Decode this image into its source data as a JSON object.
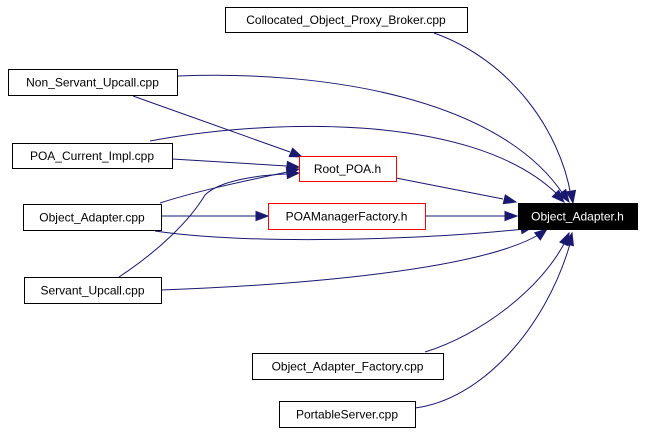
{
  "diagram": {
    "type": "include-dependency-graph",
    "focus_node": "Object_Adapter.h",
    "colors": {
      "edge": "#191970",
      "focus_fill": "#000000",
      "focus_text": "#ffffff",
      "normal_border": "#000000",
      "incomplete_border": "#ff0000"
    },
    "nodes": [
      {
        "id": "collocated",
        "label": "Collocated_Object_Proxy_Broker.cpp",
        "style": "normal"
      },
      {
        "id": "non_servant",
        "label": "Non_Servant_Upcall.cpp",
        "style": "normal"
      },
      {
        "id": "poa_current",
        "label": "POA_Current_Impl.cpp",
        "style": "normal"
      },
      {
        "id": "object_adapter_cpp",
        "label": "Object_Adapter.cpp",
        "style": "normal"
      },
      {
        "id": "servant_upcall",
        "label": "Servant_Upcall.cpp",
        "style": "normal"
      },
      {
        "id": "root_poa",
        "label": "Root_POA.h",
        "style": "red"
      },
      {
        "id": "poamanagerfactory",
        "label": "POAManagerFactory.h",
        "style": "red"
      },
      {
        "id": "object_adapter_h",
        "label": "Object_Adapter.h",
        "style": "focus"
      },
      {
        "id": "object_adapter_factory",
        "label": "Object_Adapter_Factory.cpp",
        "style": "normal"
      },
      {
        "id": "portableserver",
        "label": "PortableServer.cpp",
        "style": "normal"
      }
    ],
    "edges": [
      {
        "from": "collocated",
        "to": "object_adapter_h"
      },
      {
        "from": "non_servant",
        "to": "object_adapter_h"
      },
      {
        "from": "non_servant",
        "to": "root_poa"
      },
      {
        "from": "poa_current",
        "to": "object_adapter_h"
      },
      {
        "from": "poa_current",
        "to": "root_poa"
      },
      {
        "from": "object_adapter_cpp",
        "to": "root_poa"
      },
      {
        "from": "object_adapter_cpp",
        "to": "poamanagerfactory"
      },
      {
        "from": "object_adapter_cpp",
        "to": "object_adapter_h"
      },
      {
        "from": "servant_upcall",
        "to": "root_poa"
      },
      {
        "from": "servant_upcall",
        "to": "object_adapter_h"
      },
      {
        "from": "root_poa",
        "to": "object_adapter_h"
      },
      {
        "from": "poamanagerfactory",
        "to": "object_adapter_h"
      },
      {
        "from": "object_adapter_factory",
        "to": "object_adapter_h"
      },
      {
        "from": "portableserver",
        "to": "object_adapter_h"
      }
    ]
  }
}
